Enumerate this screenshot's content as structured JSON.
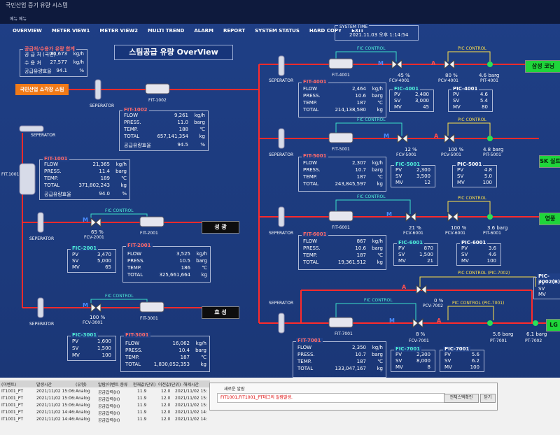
{
  "window": {
    "title": "국민산업 증기 유량 시스템"
  },
  "menu": {
    "small_label": "메뉴 메뉴",
    "items": [
      "OVERVIEW",
      "METER VIEW1",
      "METER VIEW2",
      "MULTI TREND",
      "ALARM",
      "REPORT",
      "SYSTEM STATUS",
      "HARD COPY",
      "EXIT"
    ]
  },
  "system_time": {
    "label": "SYSTEM TIME",
    "value": "2021.11.03 오후 1:14:54"
  },
  "screen_title": "스팀공급 유량 OverView",
  "summary": {
    "title": "공급처/수용가 유량 합계",
    "rows": [
      {
        "k": "공 급 처 (국민)",
        "v": "30,673",
        "u": "kg/h"
      },
      {
        "k": "수 용 처",
        "v": "27,577",
        "u": "kg/h"
      },
      {
        "k": "공급유량효율",
        "v": "94.1",
        "u": "%"
      }
    ]
  },
  "source": {
    "label": "국민산업 소각장 스팀"
  },
  "separators": {
    "main": "SEPERATOR",
    "s1": "SEPERATOR",
    "s2": "SEPERATOR",
    "s3": "SEPERATOR",
    "s4": "SEPERATOR",
    "r1": "SEPERATOR",
    "r2": "SEPERATOR",
    "r3": "SEPERATOR",
    "r4": "SEPERATOR",
    "r5": "SEPERATOR"
  },
  "tags": {
    "fit1002": "FIT-1002",
    "fit1001": "FIT.1001",
    "fit2001": "FIT-2001",
    "fit3001": "FIT-3001",
    "fcv2001": "FCV-2001",
    "fcv3001": "FCV-3001",
    "fit4001": "FIT-4001",
    "fcv4001": "FCV-4001",
    "pcv4001": "PCV-4001",
    "pit4001": "PIT-4001",
    "fit5001": "FIT-5001",
    "fcv5001": "FCV-5001",
    "pcv5001": "PCV-5001",
    "pit5001": "PIT-5001",
    "fit6001": "FIT-6001",
    "fcv6001": "FCV-6001",
    "pcv6001": "PCV-6001",
    "pit6001": "PIT-6001",
    "fit7001": "FIT-7001",
    "fcv7001": "FCV-7001",
    "pcv7002": "PCV-7002",
    "pt7001": "PT-7001",
    "pt7002": "PT-7002"
  },
  "controls": {
    "fic": "FIC CONTROL",
    "pic": "PIC CONTROL",
    "pic7002": "PIC CONTROL (PIC-7002)",
    "pic7001": "PIC CONTROL (PIC-7001)"
  },
  "letters": {
    "m": "M",
    "a": "A"
  },
  "readings": {
    "fcv2001_pct": "65 %",
    "fcv3001_pct": "100 %",
    "fcv4001_pct": "45 %",
    "pcv4001_pct": "80 %",
    "pit4001_val": "4.6 barg",
    "fcv5001_pct": "12 %",
    "pcv5001_pct": "100 %",
    "pit5001_val": "4.8 barg",
    "fcv6001_pct": "21 %",
    "pcv6001_pct": "100 %",
    "pit6001_val": "3.6 barg",
    "fcv7001_pct": "8 %",
    "pcv7002_pct": "0 %",
    "pt7001_val": "5.6 barg",
    "pt7002_val": "6.1 barg"
  },
  "destinations": {
    "sungkwang": "성 광",
    "hyosung": "효 성",
    "samsung": "삼성 코닝",
    "sk": "SK 실트",
    "youngpoong": "영풍",
    "lg": "LG"
  },
  "fit_panels": {
    "p1002": {
      "hdr": "FIT-1002",
      "rows": [
        [
          "FLOW",
          "9,261",
          "kg/h"
        ],
        [
          "PRESS.",
          "11.0",
          "barg"
        ],
        [
          "TEMP.",
          "188",
          "℃"
        ],
        [
          "TOTAL",
          "657,141,354",
          "kg"
        ]
      ],
      "eff": [
        "공급유량효율",
        "94.5",
        "%"
      ]
    },
    "p1001": {
      "hdr": "FIT-1001",
      "rows": [
        [
          "FLOW",
          "21,365",
          "kg/h"
        ],
        [
          "PRESS.",
          "11.4",
          "barg"
        ],
        [
          "TEMP.",
          "189",
          "℃"
        ],
        [
          "TOTAL",
          "371,802,243",
          "kg"
        ]
      ],
      "eff": [
        "공급유량효율",
        "94.0",
        "%"
      ]
    },
    "p2001": {
      "hdr": "FIT-2001",
      "rows": [
        [
          "FLOW",
          "3,525",
          "kg/h"
        ],
        [
          "PRESS.",
          "10.5",
          "barg"
        ],
        [
          "TEMP.",
          "186",
          "℃"
        ],
        [
          "TOTAL",
          "325,661,664",
          "kg"
        ]
      ]
    },
    "p3001": {
      "hdr": "FIT-3001",
      "rows": [
        [
          "FLOW",
          "16,062",
          "kg/h"
        ],
        [
          "PRESS.",
          "10.4",
          "barg"
        ],
        [
          "TEMP.",
          "187",
          "℃"
        ],
        [
          "TOTAL",
          "1,830,052,353",
          "kg"
        ]
      ]
    },
    "p4001": {
      "hdr": "FIT-4001",
      "rows": [
        [
          "FLOW",
          "2,464",
          "kg/h"
        ],
        [
          "PRESS.",
          "10.6",
          "barg"
        ],
        [
          "TEMP.",
          "187",
          "℃"
        ],
        [
          "TOTAL",
          "214,138,580",
          "kg"
        ]
      ]
    },
    "p5001": {
      "hdr": "FIT-5001",
      "rows": [
        [
          "FLOW",
          "2,307",
          "kg/h"
        ],
        [
          "PRESS.",
          "10.7",
          "barg"
        ],
        [
          "TEMP.",
          "187",
          "℃"
        ],
        [
          "TOTAL",
          "243,845,597",
          "kg"
        ]
      ]
    },
    "p6001": {
      "hdr": "FIT-6001",
      "rows": [
        [
          "FLOW",
          "867",
          "kg/h"
        ],
        [
          "PRESS.",
          "10.6",
          "barg"
        ],
        [
          "TEMP.",
          "187",
          "℃"
        ],
        [
          "TOTAL",
          "19,361,512",
          "kg"
        ]
      ]
    },
    "p7001": {
      "hdr": "FIT-7001",
      "rows": [
        [
          "FLOW",
          "2,350",
          "kg/h"
        ],
        [
          "PRESS.",
          "10.7",
          "barg"
        ],
        [
          "TEMP.",
          "187",
          "℃"
        ],
        [
          "TOTAL",
          "133,047,167",
          "kg"
        ]
      ]
    }
  },
  "pid_panels": {
    "f2001": {
      "hdr": "FIC-2001",
      "rows": [
        [
          "PV",
          "3,470",
          ""
        ],
        [
          "SV",
          "5,000",
          ""
        ],
        [
          "MV",
          "65",
          ""
        ]
      ]
    },
    "f3001": {
      "hdr": "FIC-3001",
      "rows": [
        [
          "PV",
          "1,600",
          ""
        ],
        [
          "SV",
          "1,500",
          ""
        ],
        [
          "MV",
          "100",
          ""
        ]
      ]
    },
    "f4001": {
      "hdr": "FIC-4001",
      "rows": [
        [
          "PV",
          "2,480",
          ""
        ],
        [
          "SV",
          "3,000",
          ""
        ],
        [
          "MV",
          "45",
          ""
        ]
      ]
    },
    "p4001": {
      "hdr": "PIC-4001",
      "rows": [
        [
          "PV",
          "4.6",
          ""
        ],
        [
          "SV",
          "5.4",
          ""
        ],
        [
          "MV",
          "80",
          ""
        ]
      ]
    },
    "f5001": {
      "hdr": "FIC-5001",
      "rows": [
        [
          "PV",
          "2,300",
          ""
        ],
        [
          "SV",
          "3,500",
          ""
        ],
        [
          "MV",
          "12",
          ""
        ]
      ]
    },
    "p5001": {
      "hdr": "PIC-5001",
      "rows": [
        [
          "PV",
          "4.8",
          ""
        ],
        [
          "SV",
          "5.0",
          ""
        ],
        [
          "MV",
          "100",
          ""
        ]
      ]
    },
    "f6001": {
      "hdr": "FIC-6001",
      "rows": [
        [
          "PV",
          "870",
          ""
        ],
        [
          "SV",
          "1,500",
          ""
        ],
        [
          "MV",
          "21",
          ""
        ]
      ]
    },
    "p6001": {
      "hdr": "PIC-6001",
      "rows": [
        [
          "PV",
          "3.6",
          ""
        ],
        [
          "SV",
          "4.6",
          ""
        ],
        [
          "MV",
          "100",
          ""
        ]
      ]
    },
    "f7001": {
      "hdr": "FIC-7001",
      "rows": [
        [
          "PV",
          "2,300",
          ""
        ],
        [
          "SV",
          "8,000",
          ""
        ],
        [
          "MV",
          "8",
          ""
        ]
      ]
    },
    "p7001": {
      "hdr": "PIC-7001",
      "rows": [
        [
          "PV",
          "5.6",
          ""
        ],
        [
          "SV",
          "6.2",
          ""
        ],
        [
          "MV",
          "100",
          ""
        ]
      ]
    },
    "p7002": {
      "hdr": "PIC-7002(B)",
      "rows": [
        [
          "PV",
          "",
          ""
        ],
        [
          "SV",
          "",
          ""
        ],
        [
          "MV",
          "",
          ""
        ]
      ]
    }
  },
  "alarm_table": {
    "headers": [
      "(이벤트)",
      "발생시간",
      "(유형)",
      "알람/이벤트 종류",
      "현재값(단위)",
      "이전값(단위)",
      "해제시간"
    ],
    "rows": [
      [
        "IT1001_PT",
        "2021/11/02 15:06:",
        "Analog",
        "공급압력(H)",
        "11.9",
        "12.0",
        "2021/11/02 15:"
      ],
      [
        "IT1001_PT",
        "2021/11/02 15:06:",
        "Analog",
        "공급압력(H)",
        "11.9",
        "12.0",
        "2021/11/02 15:"
      ],
      [
        "IT1001_PT",
        "2021/11/02 15:06:",
        "Analog",
        "공급압력(H)",
        "11.9",
        "12.0",
        "2021/11/02 15:"
      ],
      [
        "IT1001_PT",
        "2021/11/02 14:46:",
        "Analog",
        "공급압력(H)",
        "11.9",
        "12.0",
        "2021/11/02 14:"
      ],
      [
        "IT1001_PT",
        "2021/11/02 14:46:",
        "Analog",
        "공급압력(H)",
        "11.9",
        "12.0",
        "2021/11/02 14:"
      ]
    ]
  },
  "popup": {
    "title": "새로운 알람",
    "message": "FIT1001,FIT1001_PT태그의 알람발생.",
    "btn1": "전체스택확인",
    "btn2": "닫기"
  }
}
